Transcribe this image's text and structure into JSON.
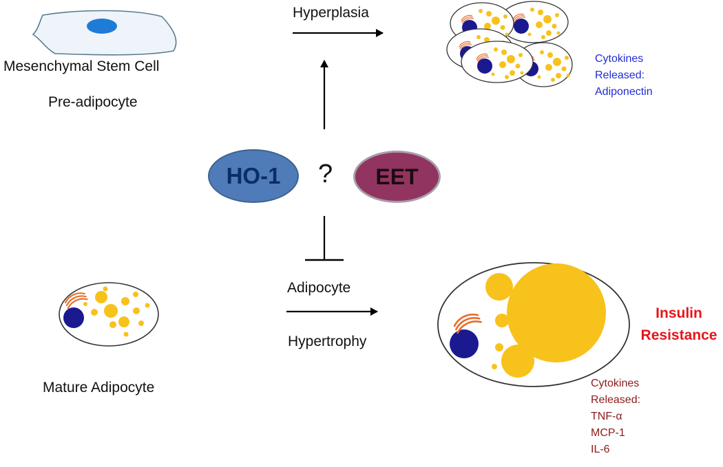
{
  "labels": {
    "mesenchymal": "Mesenchymal Stem Cell",
    "pre_adipocyte": "Pre-adipocyte",
    "mature_adipocyte": "Mature Adipocyte",
    "hyperplasia": "Hyperplasia",
    "adipocyte": "Adipocyte",
    "hypertrophy": "Hypertrophy",
    "question": "?"
  },
  "nodes": {
    "ho1": "HO-1",
    "eet": "EET"
  },
  "cytokines_top": {
    "lines": [
      "Cytokines",
      "Released:",
      "Adiponectin"
    ]
  },
  "insulin": {
    "lines": [
      "Insulin",
      "Resistance"
    ]
  },
  "cytokines_bottom": {
    "lines": [
      "Cytokines",
      "Released:",
      "TNF-α",
      "MCP-1",
      "IL-6"
    ]
  },
  "colors": {
    "ho1_fill": "#4f7bb8",
    "ho1_text": "#0b2d66",
    "eet_fill": "#923460",
    "eet_text": "#1a0b12",
    "fat_droplet": "#f8c21c",
    "nucleus": "#1a1990",
    "golgi": "#e86d2a",
    "cytokines_top_text": "#1f2bd6",
    "cytokines_bottom_text": "#8b1a1a",
    "insulin_text": "#e8141b",
    "stem_cell_fill": "#eef4f9",
    "stem_cell_nucleus": "#1d7cd6"
  }
}
